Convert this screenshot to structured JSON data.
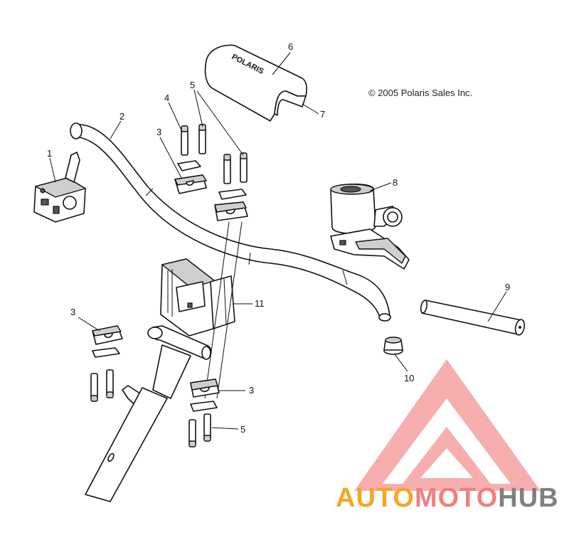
{
  "copyright": "© 2005 Polaris Sales Inc.",
  "brand_text": "POLARIS",
  "callouts": {
    "c1": "1",
    "c2": "2",
    "c3a": "3",
    "c3b": "3",
    "c3c": "3",
    "c4": "4",
    "c5a": "5",
    "c5b": "5",
    "c6": "6",
    "c7": "7",
    "c8": "8",
    "c9": "9",
    "c10": "10",
    "c11": "11"
  },
  "watermark": {
    "part1": "AUTO",
    "part2": "MOTO",
    "part3": "HUB",
    "color_orange": "#f5a623",
    "color_red": "#f08080",
    "color_gray": "#808080"
  }
}
